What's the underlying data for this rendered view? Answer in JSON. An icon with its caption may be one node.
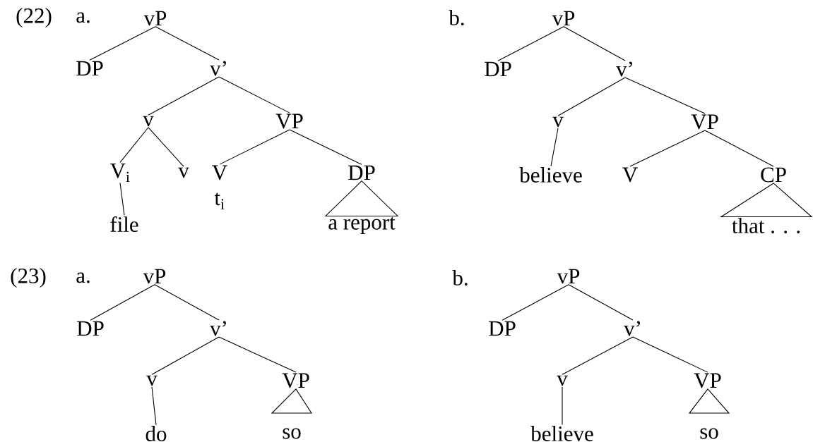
{
  "diagram": {
    "nodes": [
      {
        "text": [
          "vP"
        ]
      },
      {
        "text": [
          "DP"
        ]
      },
      {
        "text": [
          "v’"
        ]
      },
      {
        "text": [
          "v"
        ]
      },
      {
        "text": [
          "VP"
        ]
      },
      {
        "text": [
          "V$_{i}$"
        ]
      },
      {
        "text": [
          "v"
        ]
      },
      {
        "text": [
          "V"
        ],
        "beside": [
          "t$_{i}$"
        ]
      },
      {
        "text": [
          "DP"
        ]
      },
      {
        "text": [
          "file"
        ]
      },
      {
        "text": [
          "a report"
        ]
      },
      {
        "text": [
          "vP"
        ]
      },
      {
        "text": [
          "DP"
        ]
      },
      {
        "text": [
          "v’"
        ]
      },
      {
        "text": [
          "v"
        ]
      },
      {
        "text": [
          "VP"
        ]
      },
      {
        "text": [
          "believe"
        ]
      },
      {
        "text": [
          "V"
        ]
      },
      {
        "text": [
          "CP"
        ]
      },
      {
        "text": [
          "that . . ."
        ]
      },
      {
        "text": [
          "vP"
        ]
      },
      {
        "text": [
          "DP"
        ]
      },
      {
        "text": [
          "v’"
        ]
      },
      {
        "text": [
          "v"
        ]
      },
      {
        "text": [
          "VP"
        ]
      },
      {
        "text": [
          "do"
        ]
      },
      {
        "text": [
          "so"
        ]
      },
      {
        "text": [
          "vP"
        ]
      },
      {
        "text": [
          "DP"
        ]
      },
      {
        "text": [
          "v’"
        ]
      },
      {
        "text": [
          "v"
        ]
      },
      {
        "text": [
          "VP"
        ]
      },
      {
        "text": [
          "believe"
        ]
      },
      {
        "text": [
          "so"
        ]
      }
    ],
    "edges": [
      {
        "from": 0,
        "to": 1,
        "arrow": "none"
      },
      {
        "from": 0,
        "to": 2,
        "arrow": "none"
      },
      {
        "from": 2,
        "to": 3,
        "arrow": "none"
      },
      {
        "from": 2,
        "to": 4,
        "arrow": "none"
      },
      {
        "from": 3,
        "to": 5,
        "arrow": "none"
      },
      {
        "from": 3,
        "to": 6,
        "arrow": "none"
      },
      {
        "from": 4,
        "to": 7,
        "arrow": "none"
      },
      {
        "from": 4,
        "to": 8,
        "arrow": "none"
      },
      {
        "from": 5,
        "to": 9,
        "arrow": "none"
      },
      {
        "from": 8,
        "to": 10,
        "arrow": "none"
      },
      {
        "from": 11,
        "to": 12,
        "arrow": "none"
      },
      {
        "from": 11,
        "to": 13,
        "arrow": "none"
      },
      {
        "from": 13,
        "to": 14,
        "arrow": "none"
      },
      {
        "from": 13,
        "to": 15,
        "arrow": "none"
      },
      {
        "from": 14,
        "to": 16,
        "arrow": "none"
      },
      {
        "from": 15,
        "to": 17,
        "arrow": "none"
      },
      {
        "from": 15,
        "to": 18,
        "arrow": "none"
      },
      {
        "from": 18,
        "to": 19,
        "arrow": "none"
      },
      {
        "from": 20,
        "to": 21,
        "arrow": "none"
      },
      {
        "from": 20,
        "to": 22,
        "arrow": "none"
      },
      {
        "from": 22,
        "to": 23,
        "arrow": "none"
      },
      {
        "from": 22,
        "to": 24,
        "arrow": "none"
      },
      {
        "from": 23,
        "to": 25,
        "arrow": "none"
      },
      {
        "from": 24,
        "to": 26,
        "arrow": "none"
      },
      {
        "from": 27,
        "to": 28,
        "arrow": "none"
      },
      {
        "from": 27,
        "to": 29,
        "arrow": "none"
      },
      {
        "from": 29,
        "to": 30,
        "arrow": "none"
      },
      {
        "from": 29,
        "to": 31,
        "arrow": "none"
      },
      {
        "from": 30,
        "to": 32,
        "arrow": "none"
      },
      {
        "from": 31,
        "to": 33,
        "arrow": "none"
      }
    ],
    "labels": [
      "(22)",
      "a.",
      "b.",
      "(23)",
      "a.",
      "b."
    ]
  }
}
